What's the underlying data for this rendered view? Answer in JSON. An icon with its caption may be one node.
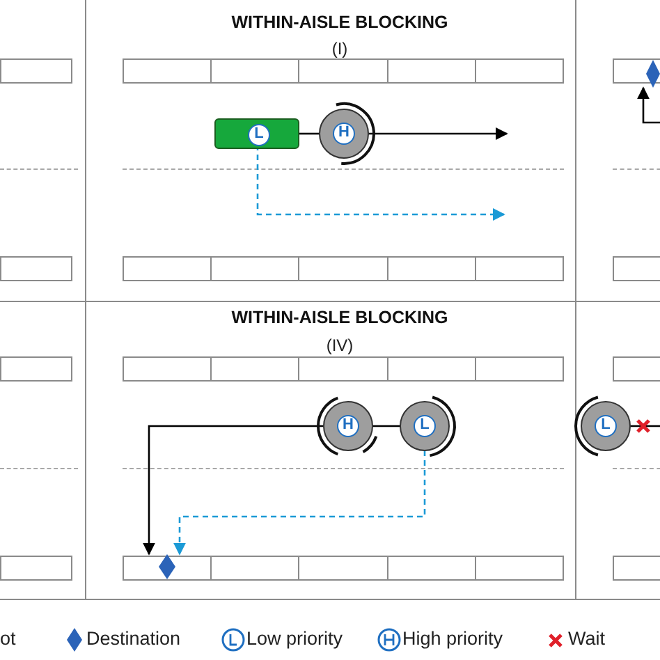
{
  "diagram": {
    "nodes": [
      {
        "text": [],
        "shape": "box"
      },
      {
        "text": [
          "L"
        ],
        "in": 0
      },
      {
        "text": [
          "H"
        ]
      },
      {
        "text": [],
        "shape": "diamond"
      },
      {
        "text": [
          "H"
        ]
      },
      {
        "text": [
          "L"
        ]
      },
      {
        "text": [
          "L"
        ]
      },
      {
        "text": [],
        "shape": "diamond"
      }
    ],
    "edges": [
      {
        "from": 0,
        "to": 2,
        "arrow": "none"
      },
      {
        "from": 2,
        "to": null,
        "arrow": "to"
      },
      {
        "from": 1,
        "to": null,
        "arrow": "to",
        "style": "dashed",
        "color": "#1b9ad6"
      },
      {
        "from": null,
        "to": 3,
        "arrow": "to"
      },
      {
        "from": 4,
        "to": 5,
        "arrow": "none"
      },
      {
        "from": 4,
        "to": 7,
        "arrow": "to"
      },
      {
        "from": 5,
        "to": 7,
        "arrow": "to",
        "style": "dashed",
        "color": "#1b9ad6"
      },
      {
        "from": 6,
        "to": null,
        "arrow": "none"
      }
    ],
    "labels": [
      "WITHIN-AISLE BLOCKING",
      "(I)",
      "WITHIN-AISLE BLOCKING",
      "(IV)"
    ],
    "legend": [
      {
        "text": "ot"
      },
      {
        "text": "Destination"
      },
      {
        "text": "Low priority"
      },
      {
        "text": "High priority"
      },
      {
        "text": "Wait"
      }
    ]
  }
}
